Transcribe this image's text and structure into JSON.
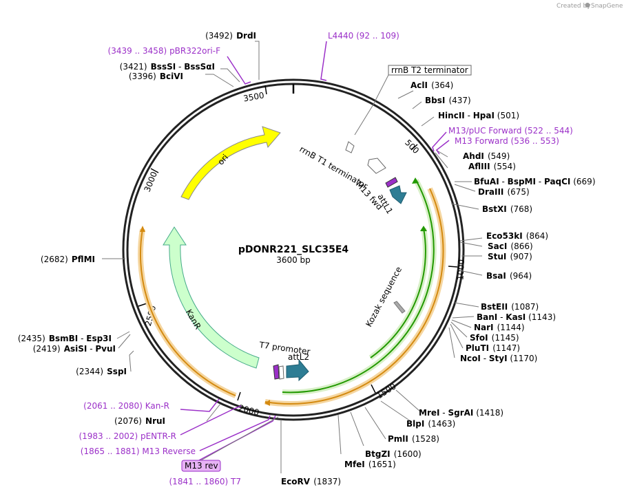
{
  "credit": {
    "prefix": "Created by",
    "brand": "SnapGene"
  },
  "plasmid": {
    "name": "pDONR221_SLC35E4",
    "size": "3600 bp"
  },
  "ticks": [
    "500",
    "1000",
    "1500",
    "2000",
    "2500",
    "3000",
    "3500"
  ],
  "features": {
    "ori": "ori",
    "kanr": "KanR",
    "rrnb_t1": "rrnB T1 terminator",
    "rrnb_t2": "rrnB T2 terminator",
    "m13_fwd": "M13 fwd",
    "attl1": "attL1",
    "kozak": "Kozak sequence",
    "t7_promoter": "T7 promoter",
    "attl2": "attL2",
    "m13_rev": "M13 rev"
  },
  "sites": {
    "drdi": {
      "name": "DrdI",
      "pos": "(3492)"
    },
    "bsssi": {
      "name": "BssSI",
      "sep": "-",
      "name2": "BssSαI",
      "pos": "(3421)"
    },
    "bcivi": {
      "name": "BciVI",
      "pos": "(3396)"
    },
    "pflmi": {
      "name": "PflMI",
      "pos": "(2682)"
    },
    "bsmbi": {
      "name": "BsmBI",
      "sep": "-",
      "name2": "Esp3I",
      "pos": "(2435)"
    },
    "asisi": {
      "name": "AsiSI",
      "sep": "-",
      "name2": "PvuI",
      "pos": "(2419)"
    },
    "sspi": {
      "name": "SspI",
      "pos": "(2344)"
    },
    "nrui": {
      "name": "NruI",
      "pos": "(2076)"
    },
    "ecorv": {
      "name": "EcoRV",
      "pos": "(1837)"
    },
    "mfei": {
      "name": "MfeI",
      "pos": "(1651)"
    },
    "btgzi": {
      "name": "BtgZI",
      "pos": "(1600)"
    },
    "pmli": {
      "name": "PmlI",
      "pos": "(1528)"
    },
    "blpi": {
      "name": "BlpI",
      "pos": "(1463)"
    },
    "mrei": {
      "name": "MreI",
      "sep": "-",
      "name2": "SgrAI",
      "pos": "(1418)"
    },
    "acli": {
      "name": "AclI",
      "pos": "(364)"
    },
    "bbsi": {
      "name": "BbsI",
      "pos": "(437)"
    },
    "hincii": {
      "name": "HincII",
      "sep": "-",
      "name2": "HpaI",
      "pos": "(501)"
    },
    "ahdi": {
      "name": "AhdI",
      "pos": "(549)"
    },
    "aflii": {
      "name": "AflIII",
      "pos": "(554)"
    },
    "bfuai": {
      "name": "BfuAI",
      "sep": "-",
      "name2": "BspMI",
      "sep2": "-",
      "name3": "PaqCI",
      "pos": "(669)"
    },
    "draiii": {
      "name": "DraIII",
      "pos": "(675)"
    },
    "bstxi": {
      "name": "BstXI",
      "pos": "(768)"
    },
    "eco53ki": {
      "name": "Eco53kI",
      "pos": "(864)"
    },
    "saci": {
      "name": "SacI",
      "pos": "(866)"
    },
    "stui": {
      "name": "StuI",
      "pos": "(907)"
    },
    "bsai": {
      "name": "BsaI",
      "pos": "(964)"
    },
    "bsteii": {
      "name": "BstEII",
      "pos": "(1087)"
    },
    "bani": {
      "name": "BanI",
      "sep": "-",
      "name2": "KasI",
      "pos": "(1143)"
    },
    "nari": {
      "name": "NarI",
      "pos": "(1144)"
    },
    "sfoi": {
      "name": "SfoI",
      "pos": "(1145)"
    },
    "pluti": {
      "name": "PluTI",
      "pos": "(1147)"
    },
    "ncoi": {
      "name": "NcoI",
      "sep": "-",
      "name2": "StyI",
      "pos": "(1170)"
    }
  },
  "primers": {
    "l4440": {
      "name": "L4440",
      "pos": "(92 .. 109)"
    },
    "pbr322": {
      "name": "pBR322ori-F",
      "pos": "(3439 .. 3458)"
    },
    "m13puc": {
      "name": "M13/pUC Forward",
      "pos": "(522 .. 544)"
    },
    "m13fwd": {
      "name": "M13 Forward",
      "pos": "(536 .. 553)"
    },
    "kanr": {
      "name": "Kan-R",
      "pos": "(2061 .. 2080)"
    },
    "pentr": {
      "name": "pENTR-R",
      "pos": "(1983 .. 2002)"
    },
    "m13rev": {
      "name": "M13 Reverse",
      "pos": "(1865 .. 1881)"
    },
    "t7": {
      "name": "T7",
      "pos": "(1841 .. 1860)"
    }
  },
  "colors": {
    "ori": "#ffff00",
    "kanr": "#ccffcc",
    "orf": "#f0a000",
    "green": "#229900",
    "att": "#2e7d94",
    "primer": "#9b30c8",
    "line": "#777777"
  }
}
